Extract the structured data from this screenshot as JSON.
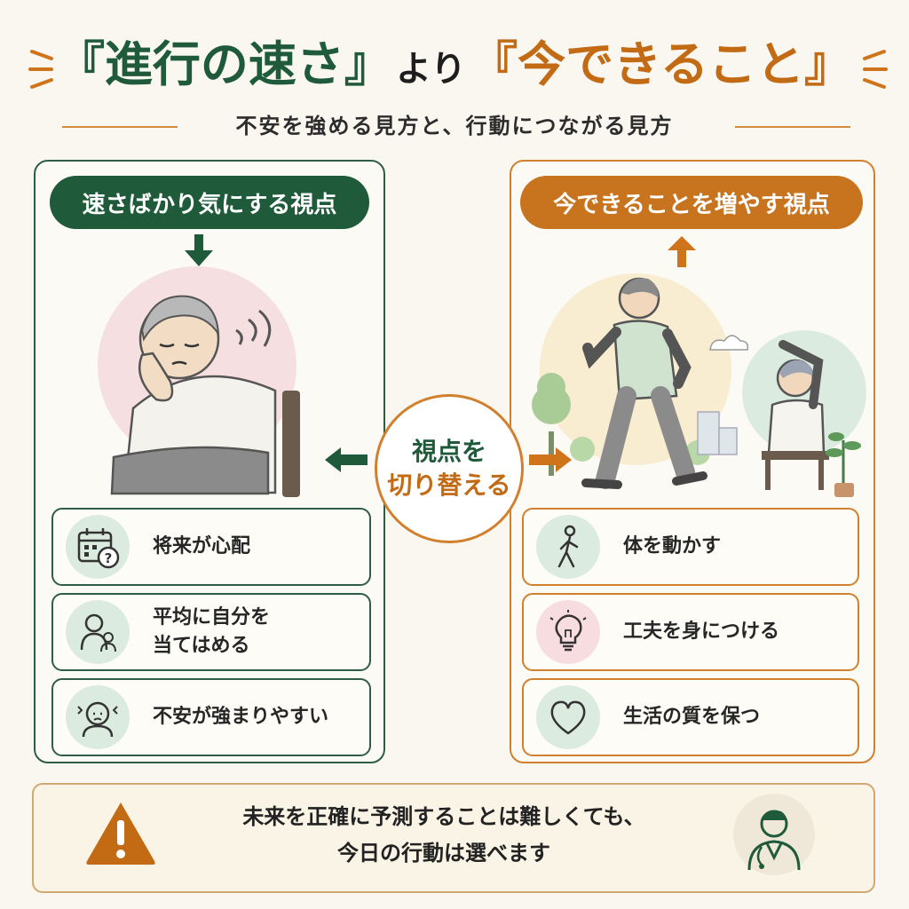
{
  "header": {
    "title_part1": "『進行の速さ』",
    "title_connector": "より",
    "title_part2": "『今できること』",
    "subtitle": "不安を強める見方と、行動につながる見方"
  },
  "left_panel": {
    "label": "速さばかり気にする視点",
    "items": [
      {
        "icon": "calendar-question-icon",
        "text": "将来が心配"
      },
      {
        "icon": "people-comparison-icon",
        "line1": "平均に自分を",
        "line2": "当てはめる"
      },
      {
        "icon": "worried-face-icon",
        "text": "不安が強まりやすい"
      }
    ]
  },
  "center": {
    "line1": "視点を",
    "line2": "切り替える"
  },
  "right_panel": {
    "label": "今できることを増やす視点",
    "items": [
      {
        "icon": "walking-person-icon",
        "text": "体を動かす"
      },
      {
        "icon": "lightbulb-icon",
        "text": "工夫を身につける"
      },
      {
        "icon": "heart-icon",
        "text": "生活の質を保つ"
      }
    ]
  },
  "banner": {
    "line1": "未来を正確に予測することは難しくても、",
    "line2": "今日の行動は選べます"
  },
  "colors": {
    "green": "#1f5a3a",
    "orange": "#c8741f",
    "background": "#faf7f0"
  }
}
